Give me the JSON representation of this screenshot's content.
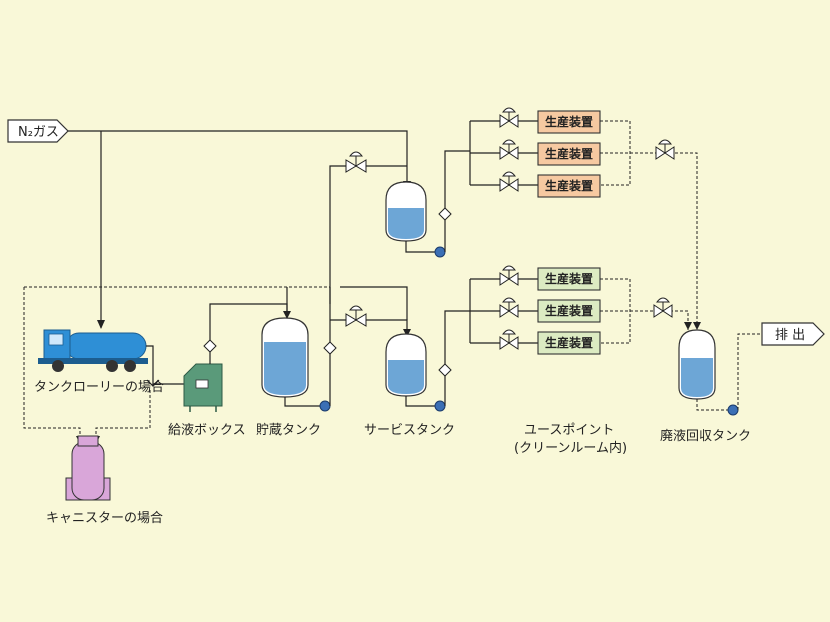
{
  "labels": {
    "n2_gas": "N₂ガス",
    "exhaust": "排 出",
    "tank_lorry": "タンクローリーの場合",
    "canister": "キャニスターの場合",
    "supply_box": "給液ボックス",
    "storage_tank": "貯蔵タンク",
    "service_tank": "サービスタンク",
    "use_point_1": "ユースポイント",
    "use_point_2": "(クリーンルーム内)",
    "waste_tank": "廃液回収タンク"
  },
  "equipment": {
    "label": "生産装置",
    "upper_group": [
      "生産装置",
      "生産装置",
      "生産装置"
    ],
    "lower_group": [
      "生産装置",
      "生産装置",
      "生産装置"
    ]
  },
  "colors": {
    "background": "#f9f8d8",
    "liquid": "#6da6d6",
    "equipment_upper": "#f6c9a1",
    "equipment_lower": "#dcebc2",
    "lorry": "#2e8fd6",
    "canister": "#d9a6d9",
    "supply_box": "#5a9a7a"
  }
}
